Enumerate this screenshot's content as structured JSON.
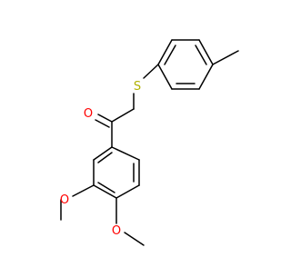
{
  "molecule": {
    "atom_labels": {
      "oxygen_carbonyl": "O",
      "sulfur": "S",
      "oxygen_meta": "O",
      "oxygen_para": "O"
    },
    "colors": {
      "bond": "#000000",
      "oxygen": "#ff0000",
      "sulfur": "#b2b200"
    }
  }
}
